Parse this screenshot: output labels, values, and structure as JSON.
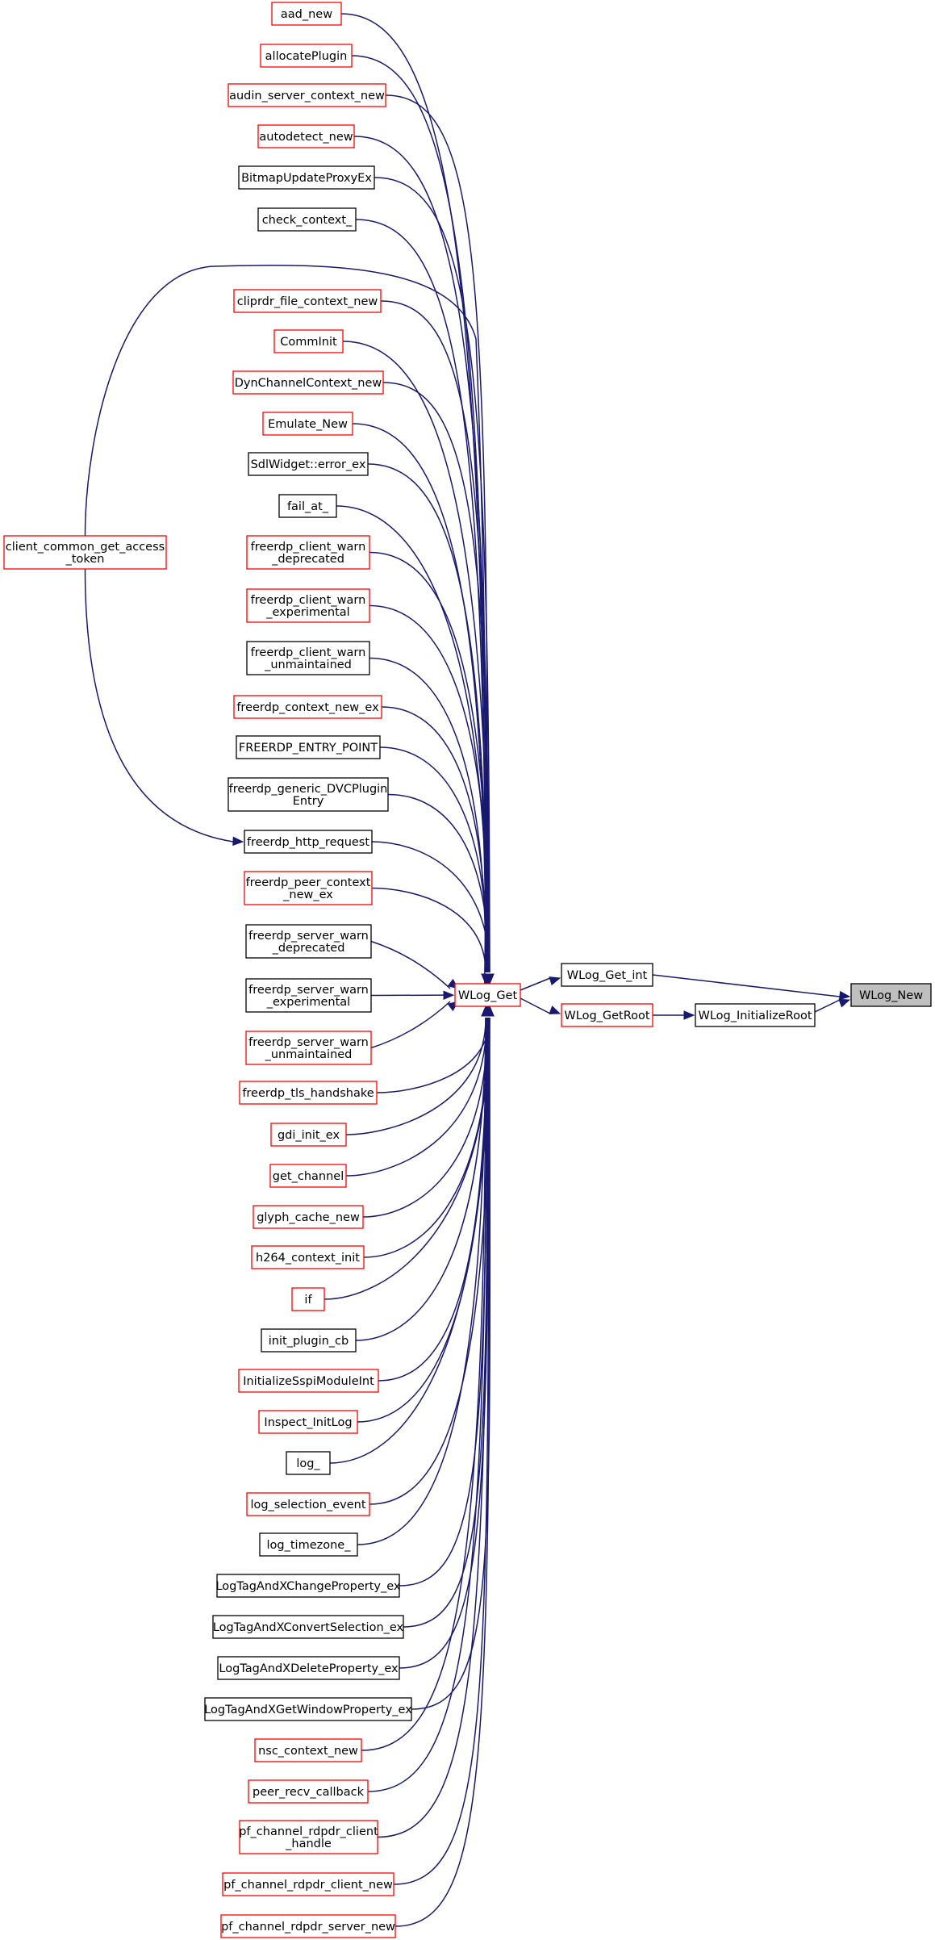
{
  "nodes": [
    {
      "id": "aad_new",
      "lines": [
        "aad_new"
      ],
      "border": "red",
      "link": true
    },
    {
      "id": "allocatePlugin",
      "lines": [
        "allocatePlugin"
      ],
      "border": "red",
      "link": true
    },
    {
      "id": "audin_server_context_new",
      "lines": [
        "audin_server_context_new"
      ],
      "border": "red",
      "link": true
    },
    {
      "id": "autodetect_new",
      "lines": [
        "autodetect_new"
      ],
      "border": "red",
      "link": true
    },
    {
      "id": "BitmapUpdateProxyEx",
      "lines": [
        "BitmapUpdateProxyEx"
      ],
      "border": "black",
      "link": true
    },
    {
      "id": "check_context_",
      "lines": [
        "check_context_"
      ],
      "border": "black",
      "link": true
    },
    {
      "id": "cliprdr_file_context_new",
      "lines": [
        "cliprdr_file_context_new"
      ],
      "border": "red",
      "link": true
    },
    {
      "id": "CommInit",
      "lines": [
        "CommInit"
      ],
      "border": "red",
      "link": true
    },
    {
      "id": "DynChannelContext_new",
      "lines": [
        "DynChannelContext_new"
      ],
      "border": "red",
      "link": true
    },
    {
      "id": "Emulate_New",
      "lines": [
        "Emulate_New"
      ],
      "border": "red",
      "link": true
    },
    {
      "id": "SdlWidget_error_ex",
      "lines": [
        "SdlWidget::error_ex"
      ],
      "border": "black",
      "link": true
    },
    {
      "id": "fail_at_",
      "lines": [
        "fail_at_"
      ],
      "border": "black",
      "link": true
    },
    {
      "id": "freerdp_client_warn_deprecated",
      "lines": [
        "freerdp_client_warn",
        "_deprecated"
      ],
      "border": "red",
      "link": true
    },
    {
      "id": "freerdp_client_warn_experimental",
      "lines": [
        "freerdp_client_warn",
        "_experimental"
      ],
      "border": "red",
      "link": true
    },
    {
      "id": "freerdp_client_warn_unmaintained",
      "lines": [
        "freerdp_client_warn",
        "_unmaintained"
      ],
      "border": "black",
      "link": true
    },
    {
      "id": "freerdp_context_new_ex",
      "lines": [
        "freerdp_context_new_ex"
      ],
      "border": "red",
      "link": true
    },
    {
      "id": "FREERDP_ENTRY_POINT",
      "lines": [
        "FREERDP_ENTRY_POINT"
      ],
      "border": "black",
      "link": true
    },
    {
      "id": "freerdp_generic_DVCPluginEntry",
      "lines": [
        "freerdp_generic_DVCPlugin",
        "Entry"
      ],
      "border": "black",
      "link": true
    },
    {
      "id": "freerdp_http_request",
      "lines": [
        "freerdp_http_request"
      ],
      "border": "black",
      "link": true
    },
    {
      "id": "freerdp_peer_context_new_ex",
      "lines": [
        "freerdp_peer_context",
        "_new_ex"
      ],
      "border": "red",
      "link": true
    },
    {
      "id": "freerdp_server_warn_deprecated",
      "lines": [
        "freerdp_server_warn",
        "_deprecated"
      ],
      "border": "black",
      "link": true
    },
    {
      "id": "freerdp_server_warn_experimental",
      "lines": [
        "freerdp_server_warn",
        "_experimental"
      ],
      "border": "black",
      "link": true
    },
    {
      "id": "freerdp_server_warn_unmaintained",
      "lines": [
        "freerdp_server_warn",
        "_unmaintained"
      ],
      "border": "red",
      "link": true
    },
    {
      "id": "freerdp_tls_handshake",
      "lines": [
        "freerdp_tls_handshake"
      ],
      "border": "red",
      "link": true
    },
    {
      "id": "gdi_init_ex",
      "lines": [
        "gdi_init_ex"
      ],
      "border": "red",
      "link": true
    },
    {
      "id": "get_channel",
      "lines": [
        "get_channel"
      ],
      "border": "red",
      "link": true
    },
    {
      "id": "glyph_cache_new",
      "lines": [
        "glyph_cache_new"
      ],
      "border": "red",
      "link": true
    },
    {
      "id": "h264_context_init",
      "lines": [
        "h264_context_init"
      ],
      "border": "red",
      "link": true
    },
    {
      "id": "if",
      "lines": [
        "if"
      ],
      "border": "red",
      "link": true
    },
    {
      "id": "init_plugin_cb",
      "lines": [
        "init_plugin_cb"
      ],
      "border": "black",
      "link": true
    },
    {
      "id": "InitializeSspiModuleInt",
      "lines": [
        "InitializeSspiModuleInt"
      ],
      "border": "red",
      "link": true
    },
    {
      "id": "Inspect_InitLog",
      "lines": [
        "Inspect_InitLog"
      ],
      "border": "red",
      "link": true
    },
    {
      "id": "log_",
      "lines": [
        "log_"
      ],
      "border": "black",
      "link": true
    },
    {
      "id": "log_selection_event",
      "lines": [
        "log_selection_event"
      ],
      "border": "red",
      "link": true
    },
    {
      "id": "log_timezone_",
      "lines": [
        "log_timezone_"
      ],
      "border": "black",
      "link": true
    },
    {
      "id": "LogTagAndXChangeProperty_ex",
      "lines": [
        "LogTagAndXChangeProperty_ex"
      ],
      "border": "black",
      "link": true
    },
    {
      "id": "LogTagAndXConvertSelection_ex",
      "lines": [
        "LogTagAndXConvertSelection_ex"
      ],
      "border": "black",
      "link": true
    },
    {
      "id": "LogTagAndXDeleteProperty_ex",
      "lines": [
        "LogTagAndXDeleteProperty_ex"
      ],
      "border": "black",
      "link": true
    },
    {
      "id": "LogTagAndXGetWindowProperty_ex",
      "lines": [
        "LogTagAndXGetWindowProperty_ex"
      ],
      "border": "black",
      "link": true
    },
    {
      "id": "nsc_context_new",
      "lines": [
        "nsc_context_new"
      ],
      "border": "red",
      "link": true
    },
    {
      "id": "peer_recv_callback",
      "lines": [
        "peer_recv_callback"
      ],
      "border": "red",
      "link": true
    },
    {
      "id": "pf_channel_rdpdr_client_handle",
      "lines": [
        "pf_channel_rdpdr_client",
        "_handle"
      ],
      "border": "red",
      "link": true
    },
    {
      "id": "pf_channel_rdpdr_client_new",
      "lines": [
        "pf_channel_rdpdr_client_new"
      ],
      "border": "red",
      "link": true
    },
    {
      "id": "pf_channel_rdpdr_server_new",
      "lines": [
        "pf_channel_rdpdr_server_new"
      ],
      "border": "red",
      "link": true
    },
    {
      "id": "client_common_get_access_token",
      "lines": [
        "client_common_get_access",
        "_token"
      ],
      "border": "red",
      "link": true
    },
    {
      "id": "WLog_Get",
      "lines": [
        "WLog_Get"
      ],
      "border": "red",
      "link": true
    },
    {
      "id": "WLog_Get_int",
      "lines": [
        "WLog_Get_int"
      ],
      "border": "black",
      "link": true
    },
    {
      "id": "WLog_GetRoot",
      "lines": [
        "WLog_GetRoot"
      ],
      "border": "red",
      "link": true
    },
    {
      "id": "WLog_InitializeRoot",
      "lines": [
        "WLog_InitializeRoot"
      ],
      "border": "black",
      "link": true
    },
    {
      "id": "WLog_New",
      "lines": [
        "WLog_New"
      ],
      "border": "black",
      "link": false,
      "fill": "#bfbfbf"
    }
  ],
  "edges": [
    {
      "from": "aad_new",
      "to": "WLog_Get"
    },
    {
      "from": "allocatePlugin",
      "to": "WLog_Get"
    },
    {
      "from": "audin_server_context_new",
      "to": "WLog_Get"
    },
    {
      "from": "autodetect_new",
      "to": "WLog_Get"
    },
    {
      "from": "BitmapUpdateProxyEx",
      "to": "WLog_Get"
    },
    {
      "from": "check_context_",
      "to": "WLog_Get"
    },
    {
      "from": "client_common_get_access_token",
      "to": "WLog_Get"
    },
    {
      "from": "cliprdr_file_context_new",
      "to": "WLog_Get"
    },
    {
      "from": "CommInit",
      "to": "WLog_Get"
    },
    {
      "from": "DynChannelContext_new",
      "to": "WLog_Get"
    },
    {
      "from": "Emulate_New",
      "to": "WLog_Get"
    },
    {
      "from": "SdlWidget_error_ex",
      "to": "WLog_Get"
    },
    {
      "from": "fail_at_",
      "to": "WLog_Get"
    },
    {
      "from": "freerdp_client_warn_deprecated",
      "to": "WLog_Get"
    },
    {
      "from": "freerdp_client_warn_experimental",
      "to": "WLog_Get"
    },
    {
      "from": "freerdp_client_warn_unmaintained",
      "to": "WLog_Get"
    },
    {
      "from": "freerdp_context_new_ex",
      "to": "WLog_Get"
    },
    {
      "from": "FREERDP_ENTRY_POINT",
      "to": "WLog_Get"
    },
    {
      "from": "freerdp_generic_DVCPluginEntry",
      "to": "WLog_Get"
    },
    {
      "from": "freerdp_http_request",
      "to": "WLog_Get"
    },
    {
      "from": "freerdp_peer_context_new_ex",
      "to": "WLog_Get"
    },
    {
      "from": "freerdp_server_warn_deprecated",
      "to": "WLog_Get"
    },
    {
      "from": "freerdp_server_warn_experimental",
      "to": "WLog_Get"
    },
    {
      "from": "freerdp_server_warn_unmaintained",
      "to": "WLog_Get"
    },
    {
      "from": "freerdp_tls_handshake",
      "to": "WLog_Get"
    },
    {
      "from": "gdi_init_ex",
      "to": "WLog_Get"
    },
    {
      "from": "get_channel",
      "to": "WLog_Get"
    },
    {
      "from": "glyph_cache_new",
      "to": "WLog_Get"
    },
    {
      "from": "h264_context_init",
      "to": "WLog_Get"
    },
    {
      "from": "if",
      "to": "WLog_Get"
    },
    {
      "from": "init_plugin_cb",
      "to": "WLog_Get"
    },
    {
      "from": "InitializeSspiModuleInt",
      "to": "WLog_Get"
    },
    {
      "from": "Inspect_InitLog",
      "to": "WLog_Get"
    },
    {
      "from": "log_",
      "to": "WLog_Get"
    },
    {
      "from": "log_selection_event",
      "to": "WLog_Get"
    },
    {
      "from": "log_timezone_",
      "to": "WLog_Get"
    },
    {
      "from": "LogTagAndXChangeProperty_ex",
      "to": "WLog_Get"
    },
    {
      "from": "LogTagAndXConvertSelection_ex",
      "to": "WLog_Get"
    },
    {
      "from": "LogTagAndXDeleteProperty_ex",
      "to": "WLog_Get"
    },
    {
      "from": "LogTagAndXGetWindowProperty_ex",
      "to": "WLog_Get"
    },
    {
      "from": "nsc_context_new",
      "to": "WLog_Get"
    },
    {
      "from": "peer_recv_callback",
      "to": "WLog_Get"
    },
    {
      "from": "pf_channel_rdpdr_client_handle",
      "to": "WLog_Get"
    },
    {
      "from": "pf_channel_rdpdr_client_new",
      "to": "WLog_Get"
    },
    {
      "from": "pf_channel_rdpdr_server_new",
      "to": "WLog_Get"
    },
    {
      "from": "client_common_get_access_token",
      "to": "freerdp_http_request"
    },
    {
      "from": "WLog_Get",
      "to": "WLog_Get_int"
    },
    {
      "from": "WLog_Get",
      "to": "WLog_GetRoot"
    },
    {
      "from": "WLog_Get_int",
      "to": "WLog_New"
    },
    {
      "from": "WLog_GetRoot",
      "to": "WLog_InitializeRoot"
    },
    {
      "from": "WLog_InitializeRoot",
      "to": "WLog_New"
    }
  ],
  "colors": {
    "edge": "#191970",
    "border_red": "#ff0000",
    "border_black": "#000000",
    "highlight_fill": "#bfbfbf"
  }
}
